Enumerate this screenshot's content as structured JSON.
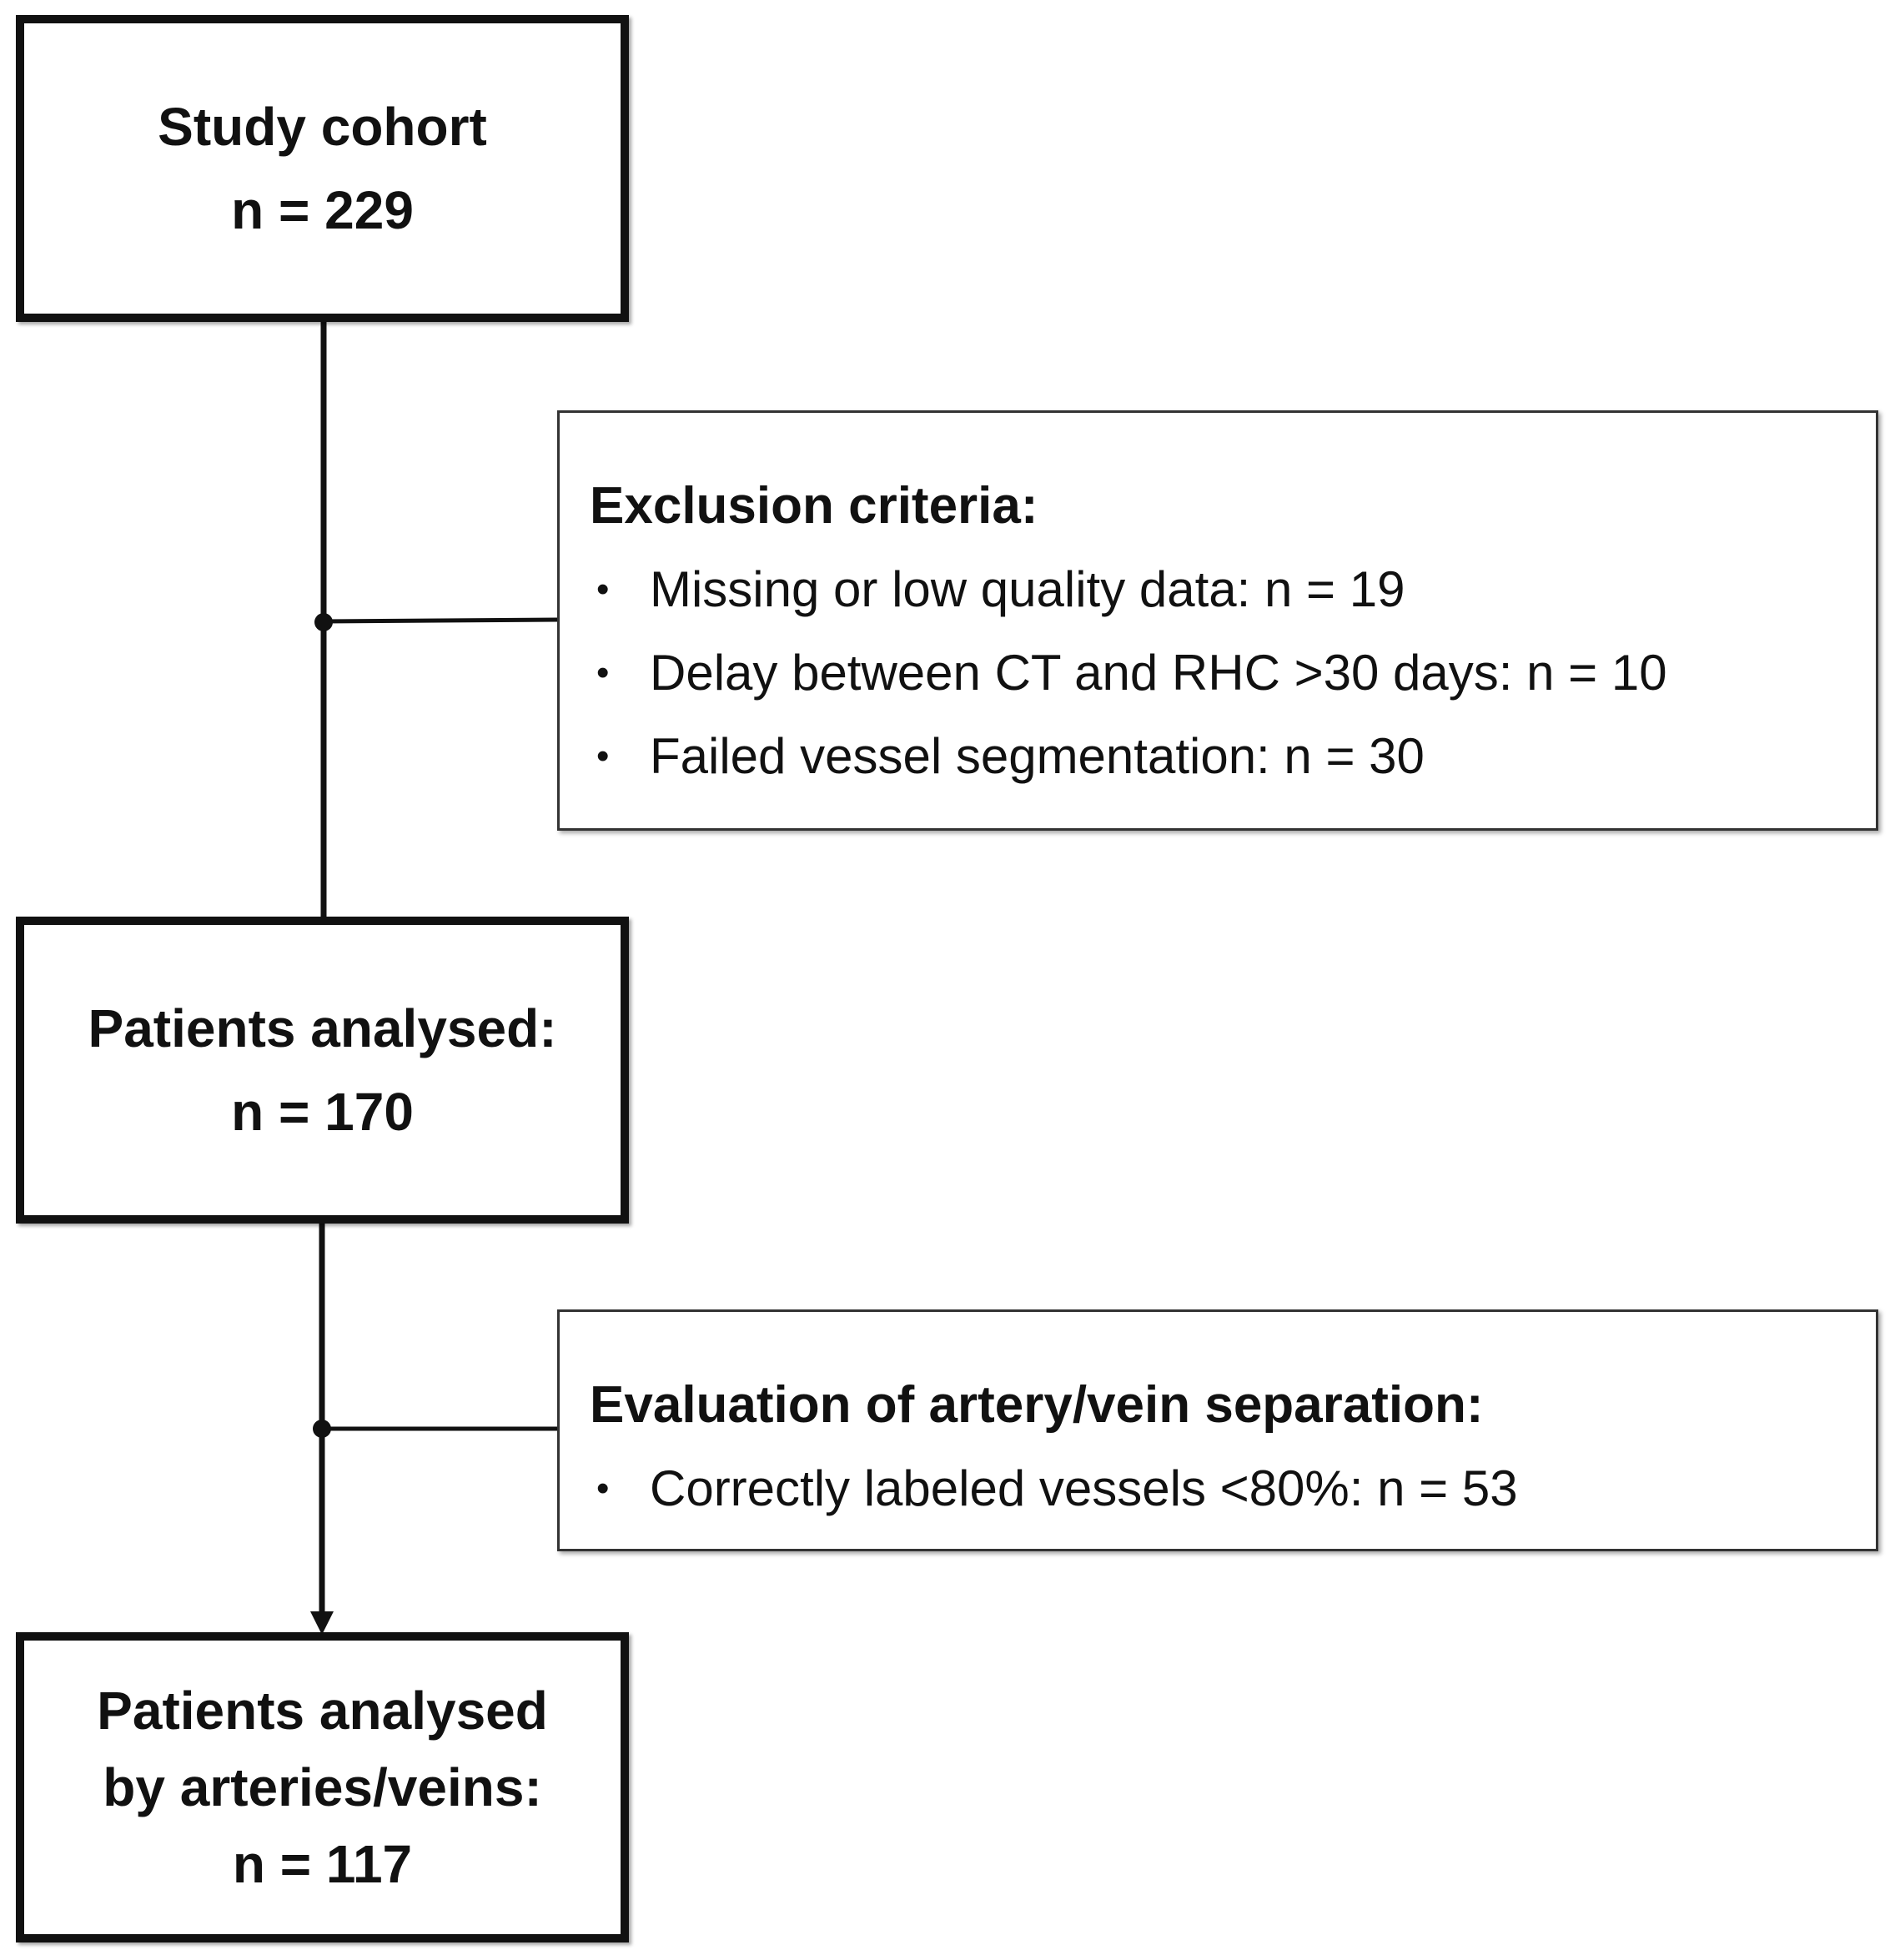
{
  "boxes": {
    "study_cohort": {
      "lines": [
        "Study cohort",
        "n = 229"
      ]
    },
    "patients_analysed": {
      "lines": [
        "Patients analysed:",
        "n = 170"
      ]
    },
    "patients_arteries_veins": {
      "lines": [
        "Patients analysed",
        "by arteries/veins:",
        "n = 117"
      ]
    }
  },
  "exclusion": {
    "title": "Exclusion criteria:",
    "items": [
      "Missing or low quality data: n = 19",
      "Delay between CT and RHC >30 days: n = 10",
      "Failed vessel segmentation: n = 30"
    ]
  },
  "evaluation": {
    "title": "Evaluation of artery/vein separation:",
    "items": [
      "Correctly labeled vessels <80%: n = 53"
    ]
  },
  "bullet_glyph": "•"
}
